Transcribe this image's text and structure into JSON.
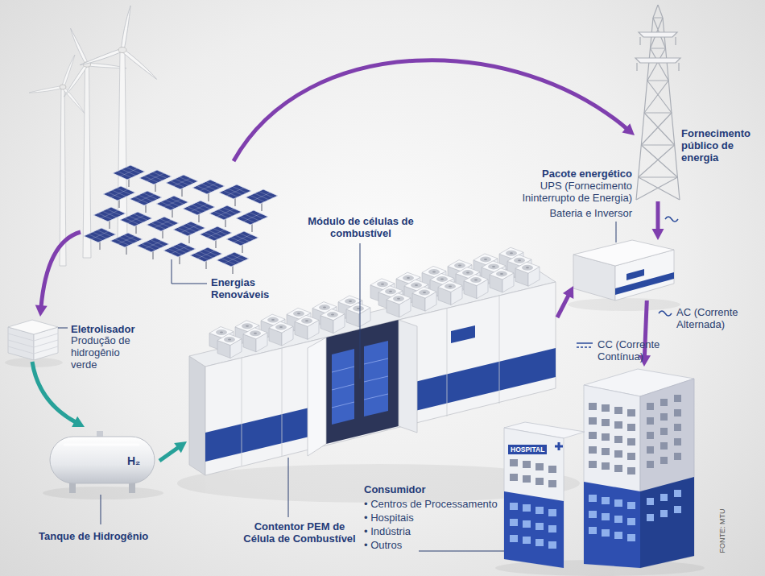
{
  "diagram": {
    "nodes": [
      {
        "text": [
          "Energias Renováveis"
        ]
      },
      {
        "text": [
          "Eletrolisador",
          "Produção de hidrogênio verde"
        ]
      },
      {
        "text": [
          "H₂",
          "Tanque de Hidrogênio"
        ]
      },
      {
        "text": [
          "Contentor PEM de Célula de Combustível"
        ]
      },
      {
        "text": [
          "Pacote energético",
          "UPS (Fornecimento Ininterrupto de Energia)",
          "Bateria e Inversor"
        ]
      },
      {
        "text": [
          "Fornecimento público de energia"
        ]
      },
      {
        "text": [
          "HOSPITAL",
          "Consumidor",
          "• Centros de Processamento",
          "• Hospitais",
          "• Indústria",
          "• Outros"
        ]
      }
    ],
    "edges": [
      {
        "from": 0,
        "to": 5,
        "arrow": "to"
      },
      {
        "from": 0,
        "to": 1,
        "arrow": "to"
      },
      {
        "from": 1,
        "to": 2,
        "arrow": "to"
      },
      {
        "from": 2,
        "to": 3,
        "arrow": "to"
      },
      {
        "from": 3,
        "to": 4,
        "label": "CC (Corrente Contínua)",
        "arrow": "to"
      },
      {
        "from": 5,
        "to": 4,
        "arrow": "to"
      },
      {
        "from": 4,
        "to": 6,
        "label": "AC (Corrente Alternada)",
        "arrow": "to"
      }
    ],
    "labels": [
      "Módulo de células de combustível",
      "FONTE: MTU"
    ]
  }
}
